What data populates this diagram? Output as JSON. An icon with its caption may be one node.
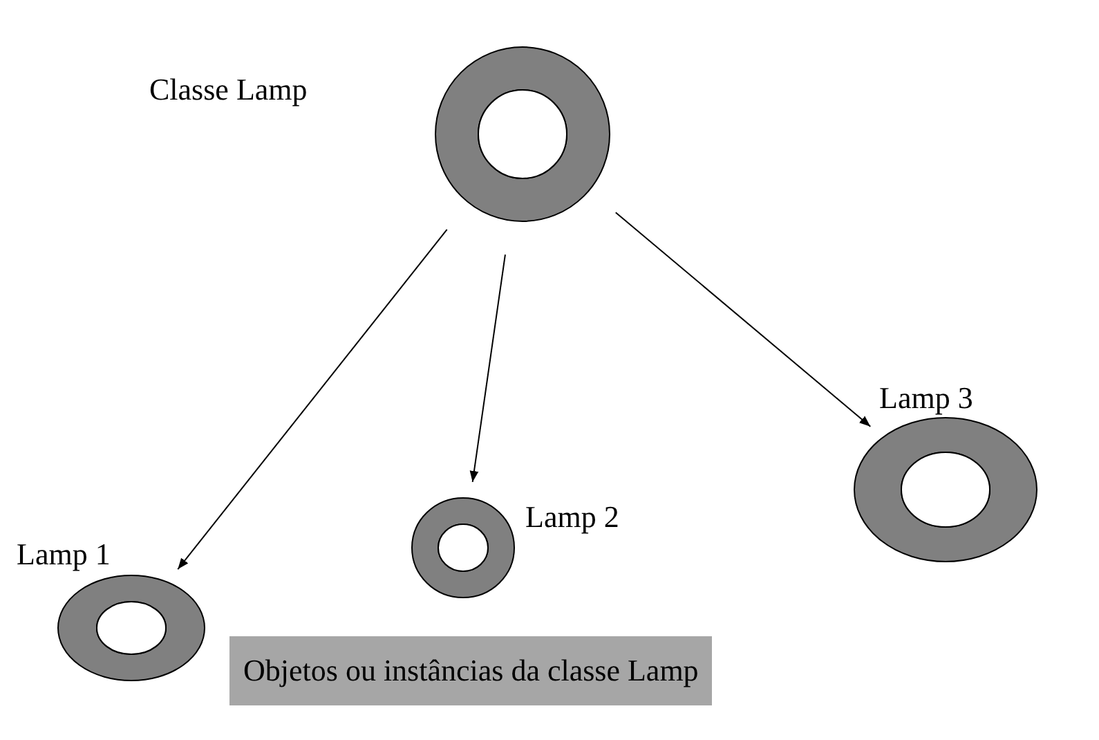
{
  "diagram": {
    "nodes": [
      {
        "text": [
          "Classe Lamp"
        ]
      },
      {
        "text": [
          "Lamp 1"
        ]
      },
      {
        "text": [
          "Lamp 2"
        ]
      },
      {
        "text": [
          "Lamp 3"
        ]
      }
    ],
    "edges": [
      {
        "from": 0,
        "to": 1,
        "arrow": "to"
      },
      {
        "from": 0,
        "to": 2,
        "arrow": "to"
      },
      {
        "from": 0,
        "to": 3,
        "arrow": "to"
      }
    ],
    "labels": [
      "Objetos ou instâncias da classe Lamp"
    ]
  }
}
